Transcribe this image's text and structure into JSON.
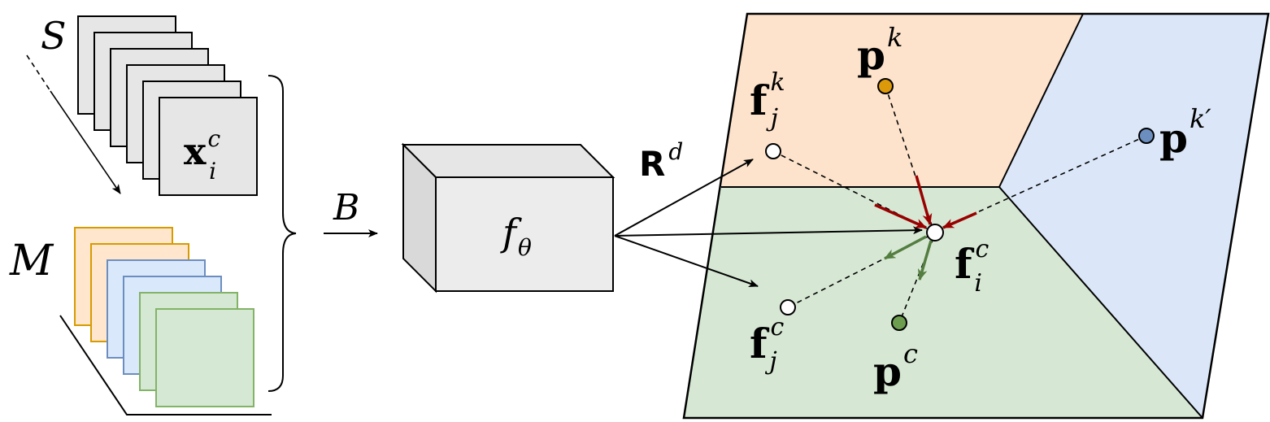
{
  "labels": {
    "stream": "S",
    "memory": "M",
    "batch": "B",
    "space": "R",
    "space_sup": "d",
    "network": "f",
    "network_sub": "θ",
    "input": "x",
    "input_sup": "c",
    "input_sub": "i",
    "proto_k": "p",
    "proto_k_sup": "k",
    "proto_k2": "p",
    "proto_k2_sup": "k′",
    "proto_c": "p",
    "proto_c_sup": "c",
    "feat_jk": "f",
    "feat_jk_sup": "k",
    "feat_jk_sub": "j",
    "feat_jc": "f",
    "feat_jc_sup": "c",
    "feat_jc_sub": "j",
    "feat_ic": "f",
    "feat_ic_sup": "c",
    "feat_ic_sub": "i"
  },
  "colors": {
    "region_orange": "#fde3cc",
    "region_blue": "#dbe7f8",
    "region_green": "#d6e8d4",
    "card_gray": "#e6e6e6",
    "card_orange_fill": "#ffe6cc",
    "card_orange_stroke": "#d79b00",
    "card_blue_fill": "#dae8fc",
    "card_blue_stroke": "#6c8ebf",
    "card_green_fill": "#d5e8d4",
    "card_green_stroke": "#82b366",
    "pull_arrow": "#990000",
    "push_arrow": "#547d40",
    "proto_k_dot": "#dc9a0a",
    "proto_k2_dot": "#6c8ebf",
    "proto_c_dot": "#6d9d4f"
  }
}
